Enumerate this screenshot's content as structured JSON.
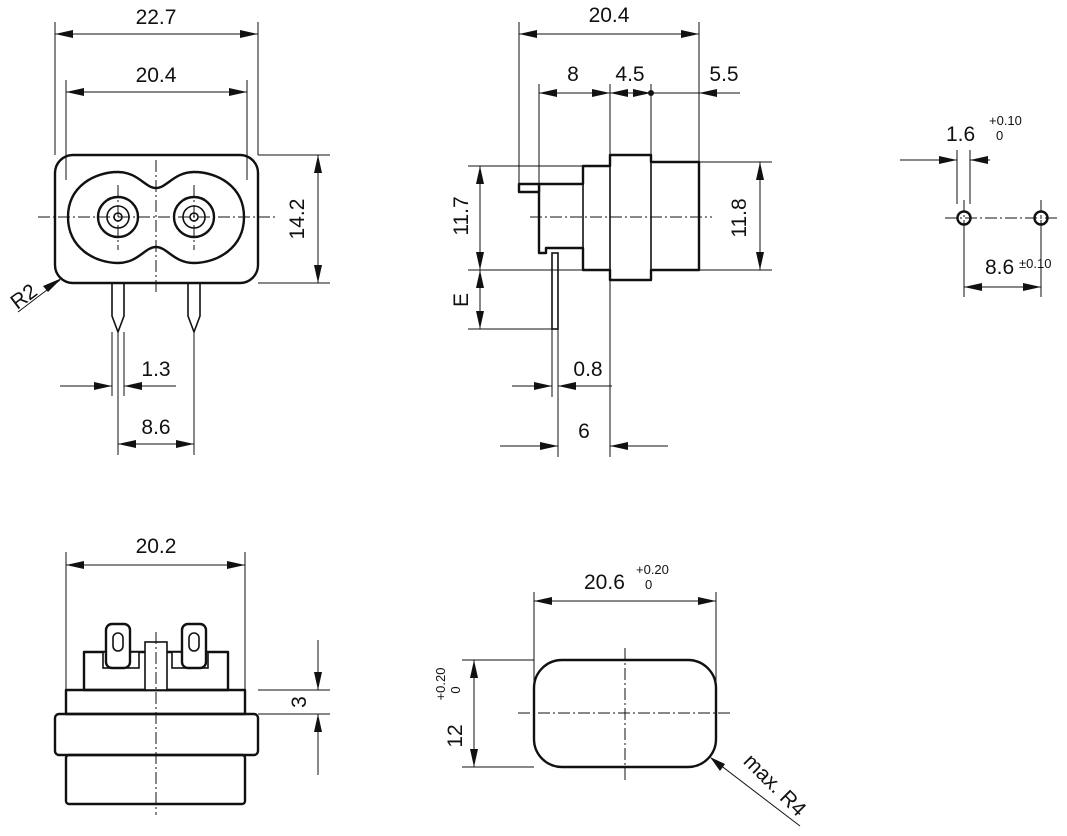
{
  "front_view": {
    "width_outer": "22.7",
    "width_inner": "20.4",
    "height": "14.2",
    "radius": "R2",
    "pin_thickness": "1.3",
    "pin_spacing": "8.6"
  },
  "side_view": {
    "overall_depth": "20.4",
    "segment_a": "8",
    "segment_b": "4.5",
    "segment_c": "5.5",
    "height_left": "11.7",
    "height_right": "11.8",
    "pin_length": "E",
    "pin_width": "0.8",
    "pin_offset": "6"
  },
  "pcb_layout": {
    "hole_diameter": "1.6",
    "hole_diameter_tol_upper": "+0.10",
    "hole_diameter_tol_lower": "0",
    "hole_spacing": "8.6",
    "hole_spacing_tol": "±0.10"
  },
  "rear_view": {
    "width": "20.2",
    "step": "3"
  },
  "panel_cutout": {
    "width": "20.6",
    "width_tol_upper": "+0.20",
    "width_tol_lower": "0",
    "height": "12",
    "height_tol_upper": "+0.20",
    "height_tol_lower": "0",
    "corner_radius": "max. R4"
  }
}
